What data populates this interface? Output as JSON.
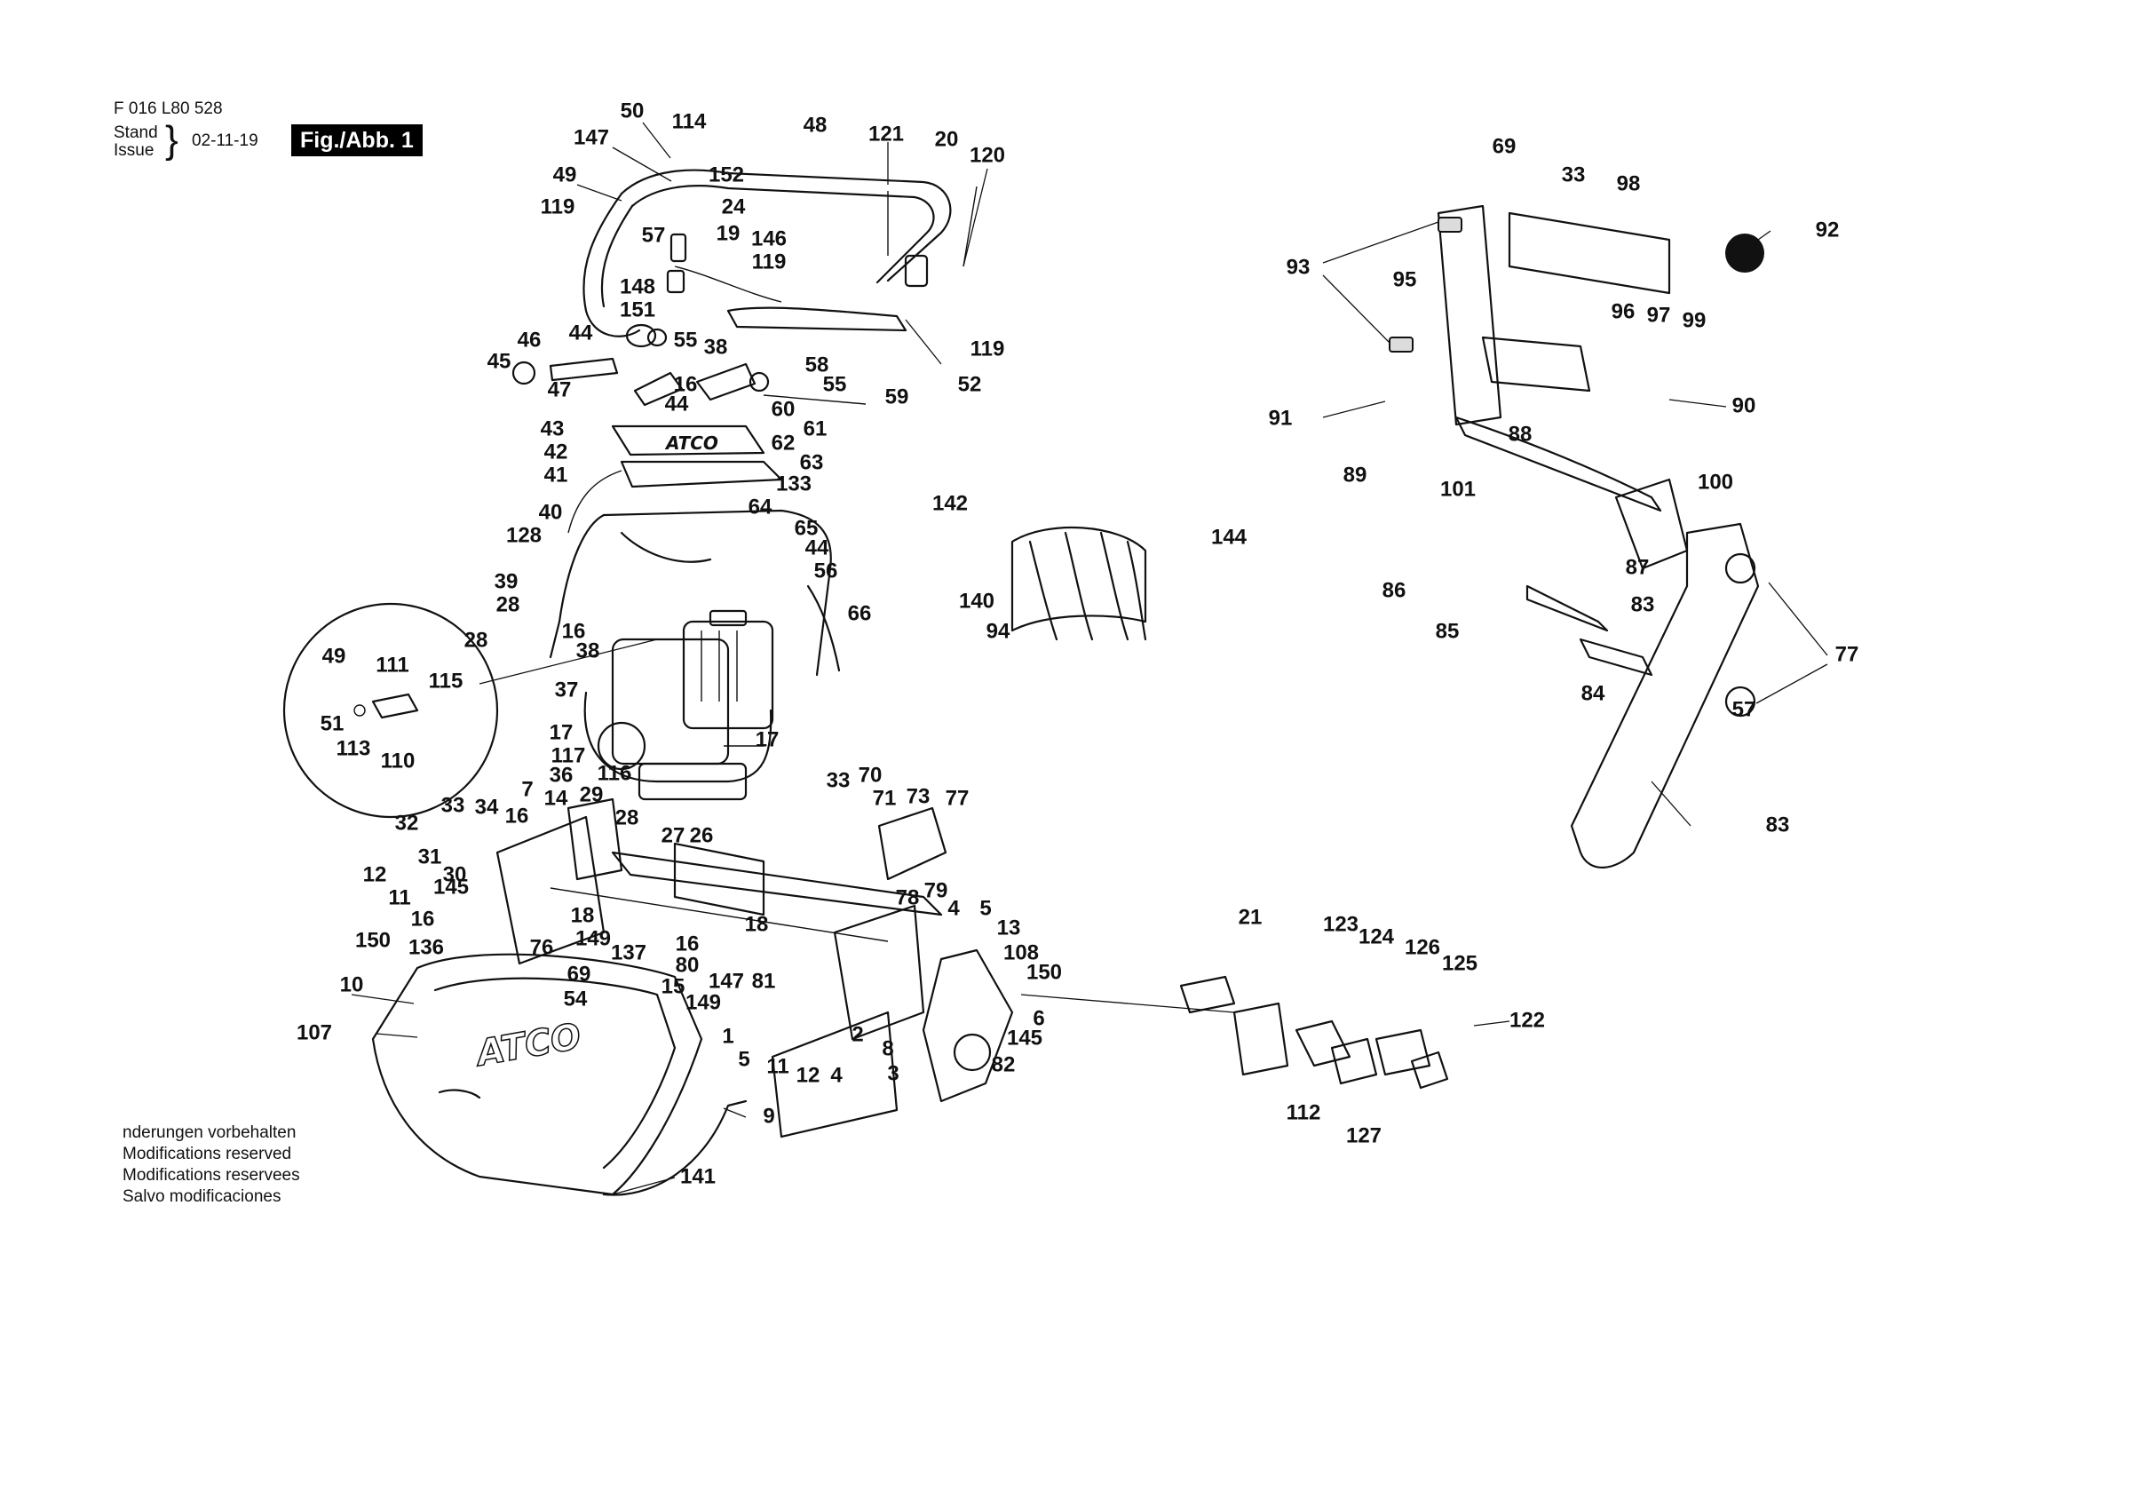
{
  "header": {
    "doc_number": "F 016 L80 528",
    "stand_label": "Stand",
    "issue_label": "Issue",
    "date": "02-11-19",
    "figure_label": "Fig./Abb. 1"
  },
  "notice": [
    "nderungen vorbehalten",
    "Modifications reserved",
    "Modifications reservees",
    "Salvo modificaciones"
  ],
  "brand_logo": "ATCO",
  "part_labels": [
    "50",
    "114",
    "48",
    "121",
    "20",
    "120",
    "147",
    "152",
    "49",
    "24",
    "119",
    "57",
    "19",
    "146",
    "119",
    "148",
    "151",
    "119",
    "52",
    "46",
    "44",
    "55",
    "38",
    "58",
    "45",
    "47",
    "16",
    "55",
    "59",
    "44",
    "60",
    "43",
    "61",
    "42",
    "62",
    "63",
    "41",
    "133",
    "40",
    "64",
    "65",
    "128",
    "44",
    "56",
    "39",
    "66",
    "28",
    "16",
    "28",
    "38",
    "37",
    "49",
    "111",
    "115",
    "51",
    "113",
    "110",
    "17",
    "17",
    "117",
    "116",
    "36",
    "29",
    "7",
    "33",
    "34",
    "14",
    "16",
    "32",
    "28",
    "27",
    "26",
    "31",
    "12",
    "30",
    "11",
    "145",
    "16",
    "18",
    "149",
    "150",
    "136",
    "76",
    "137",
    "69",
    "33",
    "70",
    "71",
    "73",
    "77",
    "78",
    "79",
    "4",
    "5",
    "13",
    "18",
    "16",
    "80",
    "108",
    "15",
    "147",
    "81",
    "150",
    "149",
    "1",
    "6",
    "2",
    "145",
    "5",
    "8",
    "11",
    "12",
    "4",
    "3",
    "82",
    "10",
    "107",
    "54",
    "9",
    "141",
    "142",
    "144",
    "140",
    "94",
    "69",
    "33",
    "98",
    "92",
    "93",
    "95",
    "96",
    "97",
    "99",
    "90",
    "91",
    "89",
    "88",
    "101",
    "100",
    "87",
    "86",
    "85",
    "83",
    "77",
    "84",
    "83",
    "57",
    "21",
    "123",
    "124",
    "126",
    "125",
    "122",
    "112",
    "127"
  ]
}
